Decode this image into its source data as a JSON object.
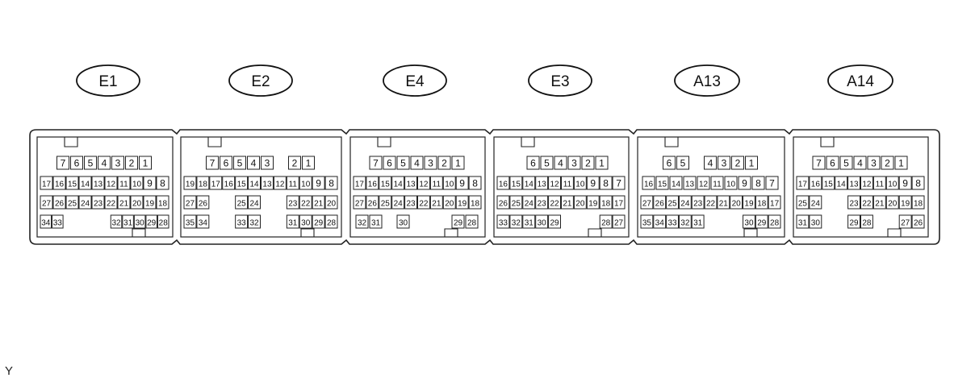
{
  "corner_code": "Y",
  "connectors": [
    {
      "label": "E1",
      "rows": [
        [
          "7",
          "6",
          "5",
          "4",
          "3",
          "2",
          "1"
        ],
        [
          "17",
          "16",
          "15",
          "14",
          "13",
          "12",
          "11",
          "10",
          "9",
          "8"
        ],
        [
          "27",
          "26",
          "25",
          "24",
          "23",
          "22",
          "21",
          "20",
          "19",
          "18"
        ],
        [
          "34",
          "33",
          "",
          "",
          "",
          "",
          "32",
          "31",
          "30",
          "29",
          "28"
        ]
      ]
    },
    {
      "label": "E2",
      "rows": [
        [
          "7",
          "6",
          "5",
          "4",
          "3",
          "",
          "2",
          "1"
        ],
        [
          "19",
          "18",
          "17",
          "16",
          "15",
          "14",
          "13",
          "12",
          "11",
          "10",
          "9",
          "8"
        ],
        [
          "27",
          "26",
          "",
          "",
          "25",
          "24",
          "",
          "",
          "23",
          "22",
          "21",
          "20"
        ],
        [
          "35",
          "34",
          "",
          "",
          "33",
          "32",
          "",
          "",
          "31",
          "30",
          "29",
          "28"
        ]
      ]
    },
    {
      "label": "E4",
      "rows": [
        [
          "7",
          "6",
          "5",
          "4",
          "3",
          "2",
          "1"
        ],
        [
          "17",
          "16",
          "15",
          "14",
          "13",
          "12",
          "11",
          "10",
          "9",
          "8"
        ],
        [
          "27",
          "26",
          "25",
          "24",
          "23",
          "22",
          "21",
          "20",
          "19",
          "18"
        ],
        [
          "32",
          "31",
          "",
          "30",
          "",
          "",
          "",
          "29",
          "28"
        ]
      ]
    },
    {
      "label": "E3",
      "rows": [
        [
          "",
          "6",
          "5",
          "4",
          "3",
          "2",
          "1"
        ],
        [
          "16",
          "15",
          "14",
          "13",
          "12",
          "11",
          "10",
          "9",
          "8",
          "7"
        ],
        [
          "26",
          "25",
          "24",
          "23",
          "22",
          "21",
          "20",
          "19",
          "18",
          "17"
        ],
        [
          "33",
          "32",
          "31",
          "30",
          "29",
          "",
          "",
          "",
          "28",
          "27"
        ]
      ]
    },
    {
      "label": "A13",
      "rows": [
        [
          "6",
          "5",
          "",
          "4",
          "3",
          "2",
          "1"
        ],
        [
          "16",
          "15",
          "14",
          "13",
          "12",
          "11",
          "10",
          "9",
          "8",
          "7"
        ],
        [
          "27",
          "26",
          "25",
          "24",
          "23",
          "22",
          "21",
          "20",
          "19",
          "18",
          "17"
        ],
        [
          "35",
          "34",
          "33",
          "32",
          "31",
          "",
          "",
          "",
          "30",
          "29",
          "28"
        ]
      ]
    },
    {
      "label": "A14",
      "rows": [
        [
          "7",
          "6",
          "5",
          "4",
          "3",
          "2",
          "1"
        ],
        [
          "17",
          "16",
          "15",
          "14",
          "13",
          "12",
          "11",
          "10",
          "9",
          "8"
        ],
        [
          "25",
          "24",
          "",
          "",
          "23",
          "22",
          "21",
          "20",
          "19",
          "18"
        ],
        [
          "31",
          "30",
          "",
          "",
          "29",
          "28",
          "",
          "",
          "27",
          "26"
        ]
      ]
    }
  ]
}
